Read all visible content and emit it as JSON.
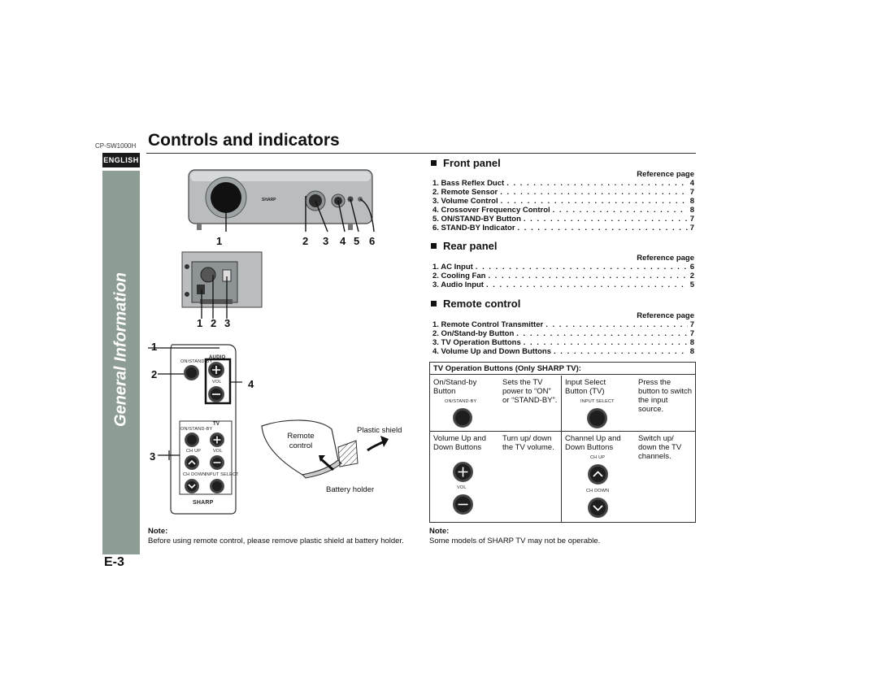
{
  "header": {
    "model": "CP-SW1000H",
    "title": "Controls and indicators",
    "language": "ENGLISH",
    "section_vertical": "General Information",
    "page_number": "E-3"
  },
  "figures": {
    "front_numbers": [
      "1",
      "2",
      "3",
      "4",
      "5",
      "6"
    ],
    "rear_numbers": [
      "1",
      "2",
      "3"
    ],
    "remote_numbers": [
      "1",
      "2",
      "3",
      "4"
    ],
    "front_brand": "SHARP",
    "remote_labels": {
      "audio": "AUDIO",
      "on_standby": "ON/STAND-BY",
      "vol": "VOL",
      "tv": "TV",
      "ch_up": "CH UP",
      "ch_down": "CH DOWN",
      "input_select": "INPUT SELECT",
      "brand": "SHARP"
    },
    "shield_labels": {
      "remote_control": "Remote control",
      "plastic_shield": "Plastic shield",
      "battery_holder": "Battery holder"
    }
  },
  "front_panel": {
    "heading": "Front panel",
    "ref_label": "Reference page",
    "items": [
      {
        "label": "1. Bass Reflex Duct",
        "page": "4"
      },
      {
        "label": "2. Remote Sensor",
        "page": "7"
      },
      {
        "label": "3. Volume Control",
        "page": "8"
      },
      {
        "label": "4. Crossover Frequency Control",
        "page": "8"
      },
      {
        "label": "5. ON/STAND-BY Button",
        "page": "7"
      },
      {
        "label": "6. STAND-BY Indicator",
        "page": "7"
      }
    ]
  },
  "rear_panel": {
    "heading": "Rear panel",
    "ref_label": "Reference page",
    "items": [
      {
        "label": "1. AC Input",
        "page": "6"
      },
      {
        "label": "2. Cooling Fan",
        "page": "2"
      },
      {
        "label": "3. Audio Input",
        "page": "5"
      }
    ]
  },
  "remote_control": {
    "heading": "Remote control",
    "ref_label": "Reference page",
    "items": [
      {
        "label": "1. Remote Control Transmitter",
        "page": "7"
      },
      {
        "label": "2. On/Stand-by Button",
        "page": "7"
      },
      {
        "label": "3. TV Operation Buttons",
        "page": "8"
      },
      {
        "label": "4. Volume Up and Down Buttons",
        "page": "8"
      }
    ]
  },
  "tv_box": {
    "heading": "TV Operation Buttons (Only SHARP TV):",
    "onstandby": {
      "name": "On/Stand-by Button",
      "desc": "Sets the TV power to “ON” or “STAND-BY”.",
      "tag": "ON/STAND-BY"
    },
    "input": {
      "name": "Input Select Button (TV)",
      "desc": "Press the button to switch the input source.",
      "tag": "INPUT SELECT"
    },
    "volume": {
      "name": "Volume Up and Down Buttons",
      "desc": "Turn up/ down the TV volume.",
      "tag": "VOL"
    },
    "channel": {
      "name": "Channel Up and Down Buttons",
      "desc": "Switch up/ down the TV channels.",
      "tag_up": "CH UP",
      "tag_down": "CH DOWN"
    }
  },
  "notes": {
    "left_heading": "Note:",
    "left_text": "Before using remote control, please remove plastic shield at battery holder.",
    "right_heading": "Note:",
    "right_text": "Some models of SHARP TV may not be operable."
  }
}
